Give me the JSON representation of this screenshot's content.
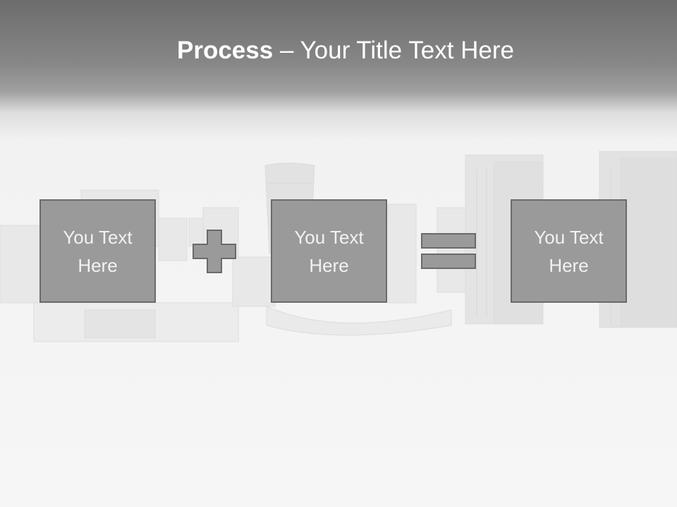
{
  "slide": {
    "title_bold": "Process",
    "title_rest": " – Your Title Text Here"
  },
  "process": {
    "boxes": [
      {
        "text": "You Text Here"
      },
      {
        "text": "You Text Here"
      },
      {
        "text": "You Text Here"
      }
    ],
    "operators": [
      "plus-icon",
      "equals-icon"
    ]
  },
  "colors": {
    "header_top": "#6c6c6c",
    "box_fill": "#9a9a9a",
    "box_border": "#6a6a6a",
    "text": "#ffffff"
  }
}
